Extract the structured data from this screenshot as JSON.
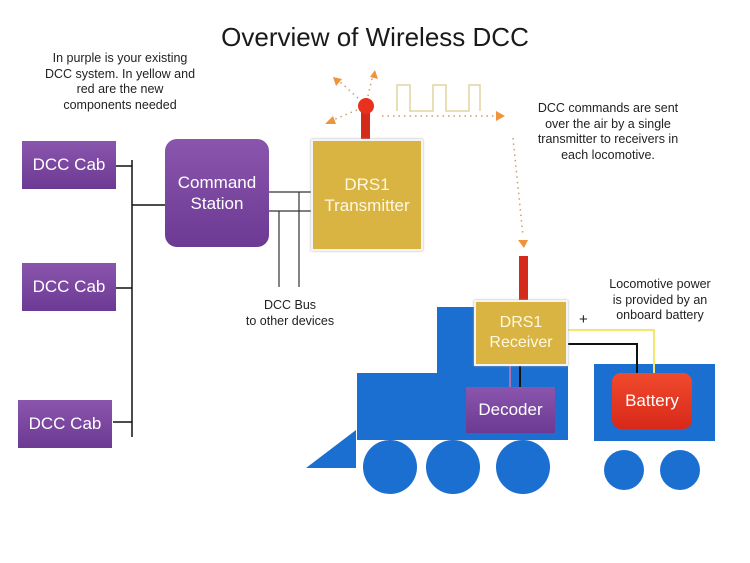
{
  "title": "Overview of Wireless DCC",
  "notes": {
    "legend_note": [
      "In purple is your existing",
      "DCC system. In yellow and",
      "red are the new",
      "components needed"
    ],
    "air_note": [
      "DCC commands are sent",
      "over the air by a single",
      "transmitter to receivers in",
      "each locomotive."
    ],
    "power_note": [
      "Locomotive power",
      "is provided by an",
      "onboard battery"
    ]
  },
  "components": {
    "cabs": [
      "DCC Cab",
      "DCC Cab",
      "DCC Cab"
    ],
    "command_station": [
      "Command",
      "Station"
    ],
    "transmitter": [
      "DRS1",
      "Transmitter"
    ],
    "receiver": [
      "DRS1",
      "Receiver"
    ],
    "decoder": "Decoder",
    "battery": "Battery"
  },
  "bus_label": [
    "DCC Bus",
    "to other devices"
  ],
  "plus_sign": "+",
  "colors": {
    "existing": "#7a47a0",
    "new_yellow": "#d9b443",
    "new_red": "#e03a22",
    "locomotive": "#1a6fd0",
    "signal_arrow": "#f0a050"
  }
}
